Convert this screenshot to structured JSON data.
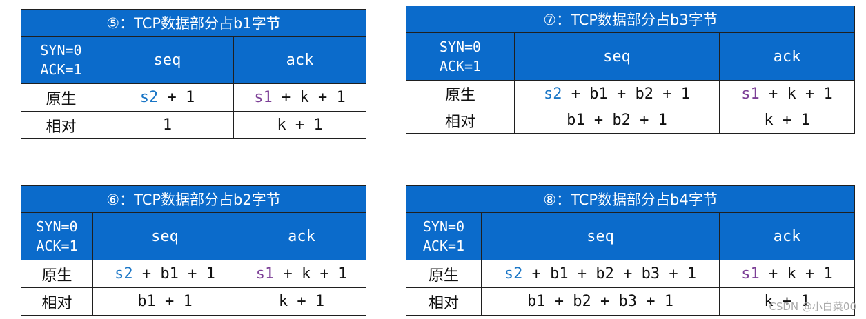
{
  "colors": {
    "header_bg": "#0b6bcb",
    "s2": "#1a76c6",
    "s1": "#7c3f96"
  },
  "tables": [
    {
      "title": "⑤：TCP数据部分占b1字节",
      "syn_line1": "SYN=0",
      "syn_line2": "ACK=1",
      "seq_header": "seq",
      "ack_header": "ack",
      "raw_label": "原生",
      "rel_label": "相对",
      "raw_seq_var": "s2",
      "raw_seq_rest": " + 1",
      "raw_ack_var": "s1",
      "raw_ack_rest": " + k + 1",
      "rel_seq": "1",
      "rel_ack": "k + 1"
    },
    {
      "title": "⑥：TCP数据部分占b2字节",
      "syn_line1": "SYN=0",
      "syn_line2": "ACK=1",
      "seq_header": "seq",
      "ack_header": "ack",
      "raw_label": "原生",
      "rel_label": "相对",
      "raw_seq_var": "s2",
      "raw_seq_rest": " + b1 + 1",
      "raw_ack_var": "s1",
      "raw_ack_rest": " + k + 1",
      "rel_seq": "b1 + 1",
      "rel_ack": "k + 1"
    },
    {
      "title": "⑦：TCP数据部分占b3字节",
      "syn_line1": "SYN=0",
      "syn_line2": "ACK=1",
      "seq_header": "seq",
      "ack_header": "ack",
      "raw_label": "原生",
      "rel_label": "相对",
      "raw_seq_var": "s2",
      "raw_seq_rest": " + b1 + b2 + 1",
      "raw_ack_var": "s1",
      "raw_ack_rest": " + k + 1",
      "rel_seq": "b1 + b2 + 1",
      "rel_ack": "k + 1"
    },
    {
      "title": "⑧：TCP数据部分占b4字节",
      "syn_line1": "SYN=0",
      "syn_line2": "ACK=1",
      "seq_header": "seq",
      "ack_header": "ack",
      "raw_label": "原生",
      "rel_label": "相对",
      "raw_seq_var": "s2",
      "raw_seq_rest": " + b1 + b2 + b3 + 1",
      "raw_ack_var": "s1",
      "raw_ack_rest": " + k + 1",
      "rel_seq": "b1 + b2 + b3 + 1",
      "rel_ack": "k + 1"
    }
  ],
  "watermark": "CSDN @小白菜00"
}
